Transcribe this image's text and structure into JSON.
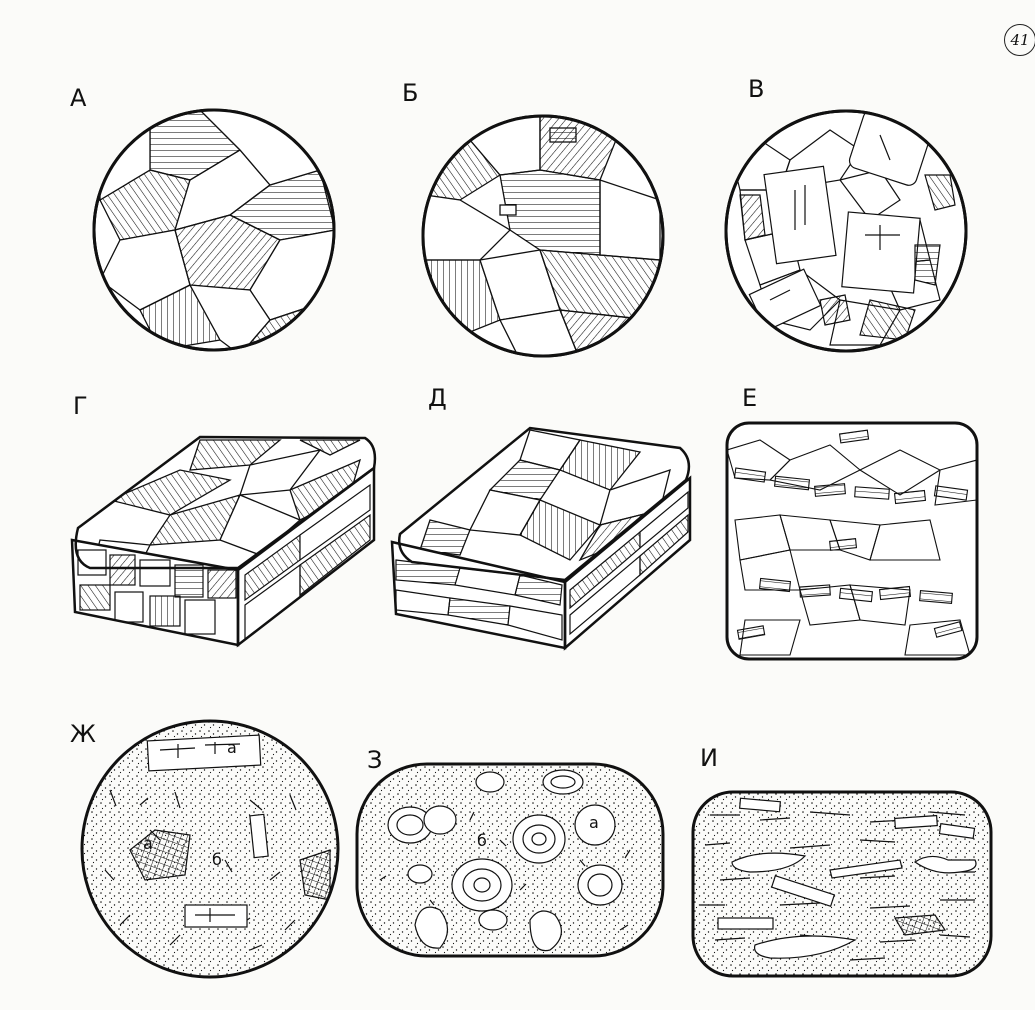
{
  "page_number": "41",
  "figures": [
    {
      "id": "A",
      "label": "А",
      "shape": "circle",
      "texture": "granular-equigranular"
    },
    {
      "id": "B",
      "label": "Б",
      "shape": "circle",
      "texture": "granular-inequigranular"
    },
    {
      "id": "V",
      "label": "В",
      "shape": "circle",
      "texture": "porphyritic-granular"
    },
    {
      "id": "G",
      "label": "Г",
      "shape": "block",
      "texture": "trachytoid-block"
    },
    {
      "id": "D",
      "label": "Д",
      "shape": "block",
      "texture": "gneissic-block"
    },
    {
      "id": "E",
      "label": "Е",
      "shape": "rounded-square",
      "texture": "banded"
    },
    {
      "id": "Zh",
      "label": "Ж",
      "shape": "circle",
      "texture": "porphyritic-fine-matrix",
      "annotations": [
        "а",
        "а",
        "б"
      ]
    },
    {
      "id": "Z",
      "label": "З",
      "shape": "rounded-rect",
      "texture": "orbicular",
      "annotations": [
        "б",
        "а"
      ]
    },
    {
      "id": "I",
      "label": "И",
      "shape": "rounded-rect",
      "texture": "fluidal"
    }
  ],
  "colors": {
    "ink": "#111111",
    "paper": "#fbfbf9"
  }
}
